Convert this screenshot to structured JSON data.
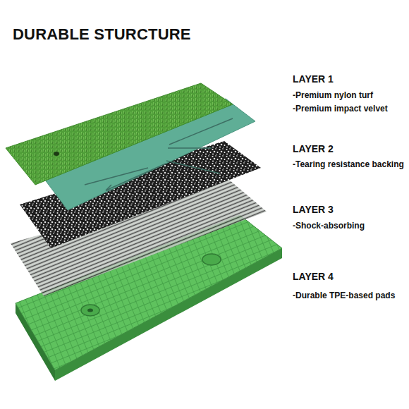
{
  "diagram": {
    "title": "DURABLE STURCTURE",
    "labels": [
      "LAYER 1",
      "-Premium nylon turf",
      "-Premium impact velvet",
      "LAYER 2",
      "-Tearing resistance backing",
      "LAYER 3",
      "-Shock-absorbing",
      "LAYER 4",
      "-Durable TPE-based pads"
    ]
  }
}
